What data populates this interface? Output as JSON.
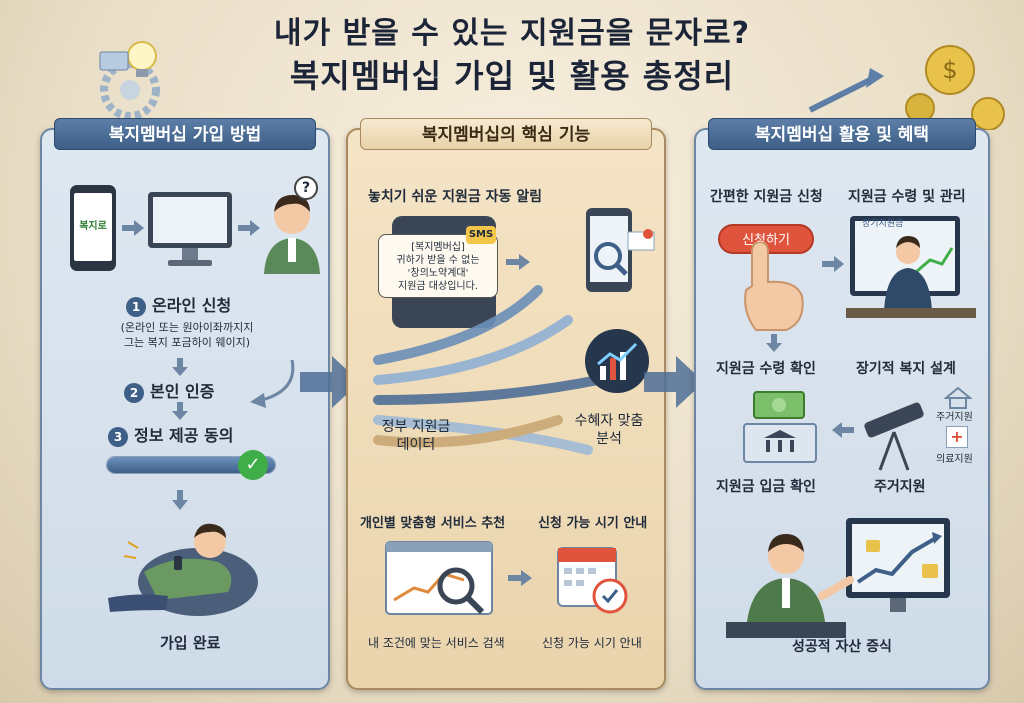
{
  "title": {
    "line1": "내가 받을 수 있는 지원금을 문자로?",
    "line2": "복지멤버십 가입 및 활용 총정리"
  },
  "panel1": {
    "header": "복지멤버십 가입 방법",
    "phone_text": "복지로",
    "step1_num": "1",
    "step1": "온라인 신청",
    "step1_note1": "(온라인 또는 원아이좌까지지",
    "step1_note2": "그는 복지 포금하이 웨이지)",
    "step2_num": "2",
    "step2": "본인 인증",
    "step3_num": "3",
    "step3": "정보 제공 동의",
    "question_mark": "?",
    "done": "가입 완료"
  },
  "panel2": {
    "header": "복지멤버십의 핵심 기능",
    "alert_title": "놓치기 쉬운 지원금 자동 알림",
    "sms_badge": "SMS",
    "sms_line1": "[복지멤버십]",
    "sms_line2": "귀하가 받을 수 없는",
    "sms_line3": "'창의노약계대'",
    "sms_line4": "지원금 대상입니다.",
    "gov_data_line1": "정부 지원금",
    "gov_data_line2": "데이터",
    "analysis_line1": "수혜자 맞춤",
    "analysis_line2": "분석",
    "recommend": "개인별 맞춤형 서비스 추천",
    "timing": "신청 가능 시기 안내",
    "search": "내 조건에 맞는 서비스 검색",
    "timing2": "신청 가능 시기 안내"
  },
  "panel3": {
    "header": "복지멤버십 활용 및 혜택",
    "easy_apply": "간편한 지원금 신청",
    "apply_button": "신청하기",
    "receive_manage": "지원금 수령 및 관리",
    "receipt_confirm": "지원금 수령 확인",
    "long_plan": "장기적 복지 설계",
    "housing_small": "주거지원",
    "medical_small": "의료지원",
    "deposit_confirm": "지원금 입금 확인",
    "housing": "주거지원",
    "asset": "성공적 자산 증식",
    "screen_label": "장기지원금"
  },
  "colors": {
    "navy": "#3d5f88",
    "green_check": "#3fae49",
    "red_button": "#e0533c"
  }
}
